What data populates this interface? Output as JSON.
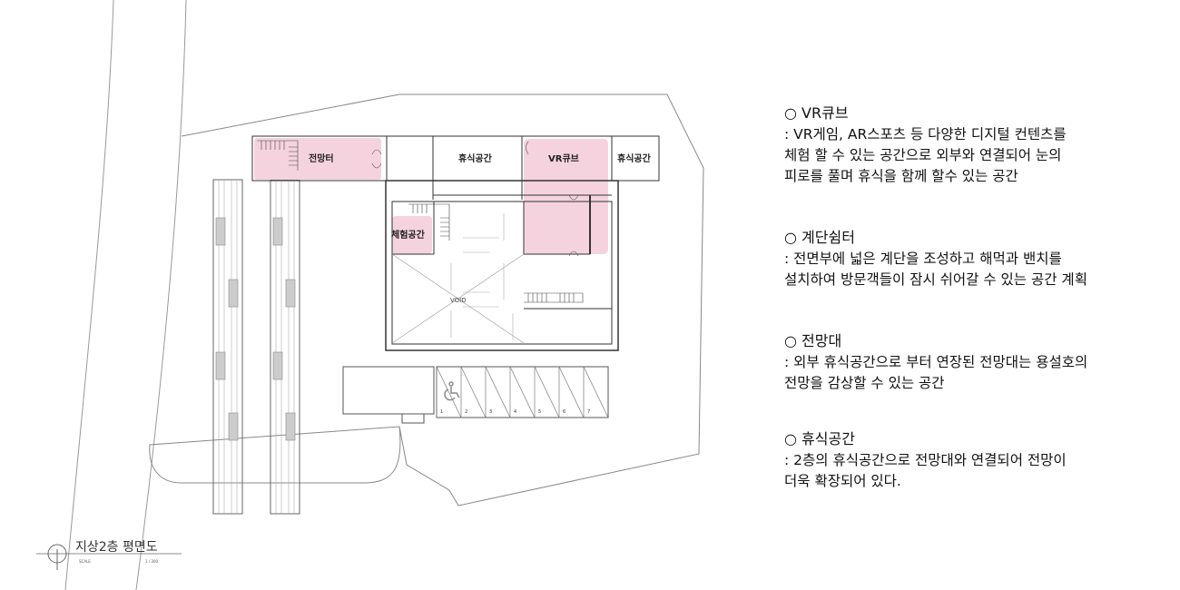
{
  "plan": {
    "title": "지상2층 평면도",
    "scale_label": "SCALE",
    "scale_value": "1 / 300",
    "rooms": {
      "observatory": "전망터",
      "rest_space_1": "휴식공간",
      "vr_cube": "VR큐브",
      "rest_space_2": "휴식공간",
      "experience_space": "체험공간",
      "void": "VOID"
    },
    "parking_numbers": [
      "1",
      "2",
      "3",
      "4",
      "5",
      "6",
      "7"
    ],
    "highlight_color": "#f5d3de"
  },
  "descriptions": [
    {
      "heading": "○ VR큐브",
      "lines": [
        ": VR게임, AR스포츠 등 다양한 디지털 컨텐츠를",
        "체험 할 수 있는 공간으로 외부와 연결되어 눈의",
        "피로를 풀며 휴식을 함께 할수 있는 공간"
      ]
    },
    {
      "heading": "○ 계단쉼터",
      "lines": [
        ": 전면부에 넓은 계단을 조성하고 해먹과 밴치를",
        "설치하여 방문객들이 잠시 쉬어갈 수 있는 공간 계획"
      ]
    },
    {
      "heading": "○ 전망대",
      "lines": [
        ": 외부 휴식공간으로 부터 연장된 전망대는 용설호의",
        "전망을 감상할 수 있는 공간"
      ]
    },
    {
      "heading": "○ 휴식공간",
      "lines": [
        ": 2층의 휴식공간으로 전망대와 연결되어 전망이",
        "더욱 확장되어 있다."
      ]
    }
  ]
}
